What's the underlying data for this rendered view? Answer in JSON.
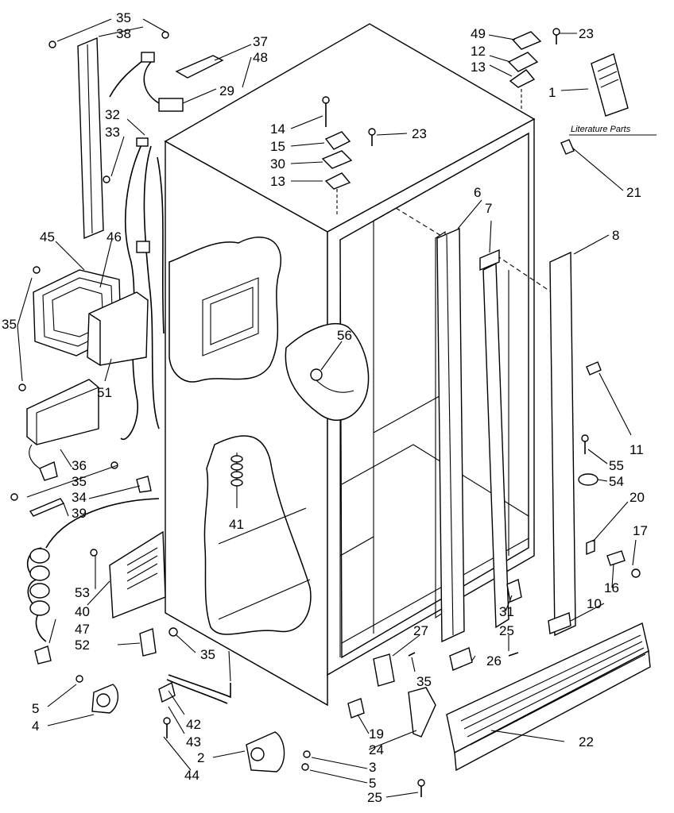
{
  "literature_caption": "Literature Parts",
  "labels": [
    {
      "id": "l35a",
      "text": "35"
    },
    {
      "id": "l38",
      "text": "38"
    },
    {
      "id": "l37",
      "text": "37"
    },
    {
      "id": "l48",
      "text": "48"
    },
    {
      "id": "l29",
      "text": "29"
    },
    {
      "id": "l32",
      "text": "32"
    },
    {
      "id": "l33",
      "text": "33"
    },
    {
      "id": "l49",
      "text": "49"
    },
    {
      "id": "l12",
      "text": "12"
    },
    {
      "id": "l13a",
      "text": "13"
    },
    {
      "id": "l23a",
      "text": "23"
    },
    {
      "id": "l1",
      "text": "1"
    },
    {
      "id": "l14",
      "text": "14"
    },
    {
      "id": "l15",
      "text": "15"
    },
    {
      "id": "l23b",
      "text": "23"
    },
    {
      "id": "l30",
      "text": "30"
    },
    {
      "id": "l13b",
      "text": "13"
    },
    {
      "id": "l21",
      "text": "21"
    },
    {
      "id": "l6",
      "text": "6"
    },
    {
      "id": "l7",
      "text": "7"
    },
    {
      "id": "l8",
      "text": "8"
    },
    {
      "id": "l45",
      "text": "45"
    },
    {
      "id": "l46",
      "text": "46"
    },
    {
      "id": "l35b",
      "text": "35"
    },
    {
      "id": "l56",
      "text": "56"
    },
    {
      "id": "l51",
      "text": "51"
    },
    {
      "id": "l11",
      "text": "11"
    },
    {
      "id": "l55",
      "text": "55"
    },
    {
      "id": "l54",
      "text": "54"
    },
    {
      "id": "l20",
      "text": "20"
    },
    {
      "id": "l36",
      "text": "36"
    },
    {
      "id": "l35c",
      "text": "35"
    },
    {
      "id": "l34",
      "text": "34"
    },
    {
      "id": "l39",
      "text": "39"
    },
    {
      "id": "l41",
      "text": "41"
    },
    {
      "id": "l17",
      "text": "17"
    },
    {
      "id": "l16",
      "text": "16"
    },
    {
      "id": "l53",
      "text": "53"
    },
    {
      "id": "l31",
      "text": "31"
    },
    {
      "id": "l10",
      "text": "10"
    },
    {
      "id": "l40",
      "text": "40"
    },
    {
      "id": "l47",
      "text": "47"
    },
    {
      "id": "l27",
      "text": "27"
    },
    {
      "id": "l25a",
      "text": "25"
    },
    {
      "id": "l52",
      "text": "52"
    },
    {
      "id": "l35d",
      "text": "35"
    },
    {
      "id": "l26",
      "text": "26"
    },
    {
      "id": "l35e",
      "text": "35"
    },
    {
      "id": "l5a",
      "text": "5"
    },
    {
      "id": "l4",
      "text": "4"
    },
    {
      "id": "l42",
      "text": "42"
    },
    {
      "id": "l43",
      "text": "43"
    },
    {
      "id": "l19",
      "text": "19"
    },
    {
      "id": "l24",
      "text": "24"
    },
    {
      "id": "l22",
      "text": "22"
    },
    {
      "id": "l2",
      "text": "2"
    },
    {
      "id": "l3",
      "text": "3"
    },
    {
      "id": "l5b",
      "text": "5"
    },
    {
      "id": "l44",
      "text": "44"
    },
    {
      "id": "l25b",
      "text": "25"
    }
  ]
}
